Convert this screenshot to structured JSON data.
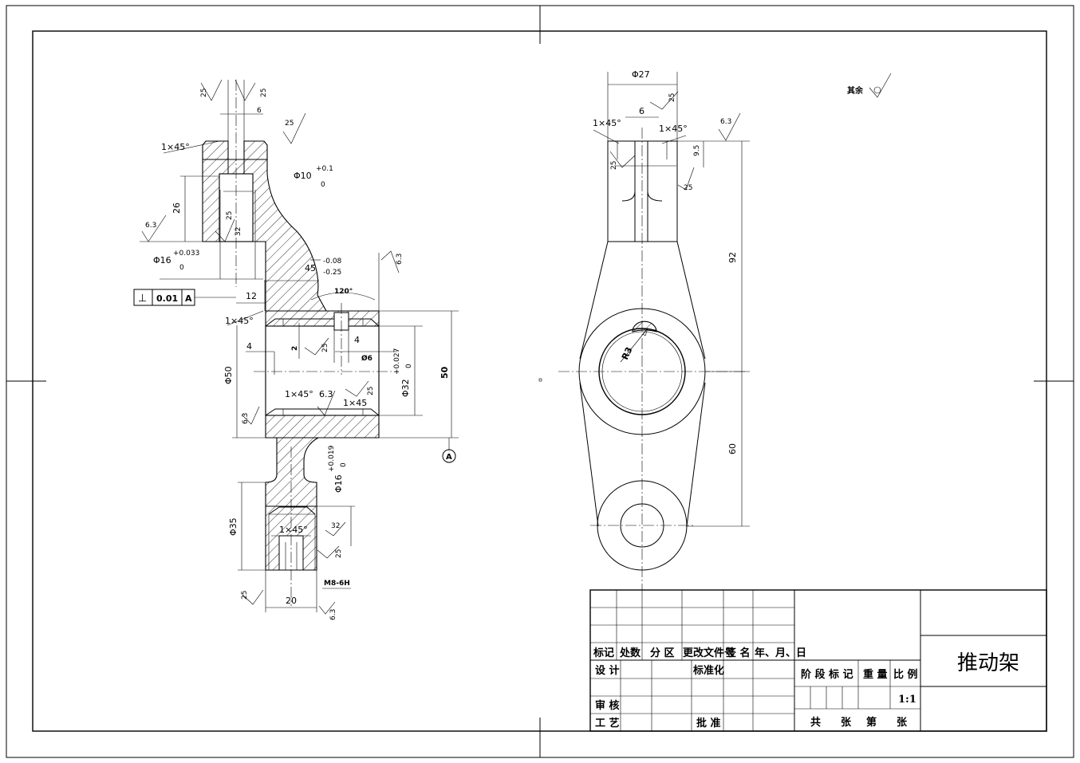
{
  "part_name": "推动架",
  "roughness_note": "其余",
  "gtol": {
    "symbol": "⊥",
    "value": "0.01",
    "datum": "A"
  },
  "datum_label": "A",
  "section_view": {
    "dims": {
      "d25_top_left": "25",
      "d25_top_right": "25",
      "d6_top": "6",
      "chamfer_top": "1×45°",
      "d25_right_top": "25",
      "phi10": "Φ10",
      "phi10_tol_up": "+0.1",
      "phi10_tol_lo": "0",
      "d26": "26",
      "r63_left": "6.3",
      "d25_inner": "25",
      "d32_inner": "32",
      "phi16": "Φ16",
      "phi16_tol_up": "+0.033",
      "phi16_tol_lo": "0",
      "d45": "45",
      "d45_tol_up": "-0.08",
      "d45_tol_lo": "-0.25",
      "r63_mid": "6.3",
      "d12": "12",
      "angle120": "120°",
      "chamfer_mid": "1×45°",
      "d4_left": "4",
      "d2": "2",
      "d25_bore": "25",
      "d4_right": "4",
      "phi6": "Ø6",
      "phi32_tol_up": "+0.027",
      "phi32_tol_lo": "0",
      "phi32": "Φ32",
      "d50_right": "50",
      "phi50": "Φ50",
      "chamfer_low1": "1×45°",
      "r63_low": "6.3",
      "d25_low": "25",
      "chamfer_low2": "1×45",
      "r63_face": "6.3",
      "phi16_b": "Φ16",
      "phi16_b_tol_up": "+0.019",
      "phi16_b_tol_lo": "0",
      "phi35": "Φ35",
      "chamfer_bot": "1×45°",
      "d32_bot": "32",
      "d25_bot_right": "25",
      "d25_bot_left": "25",
      "m8": "M8-6H",
      "d20": "20",
      "r63_bot": "6.3"
    }
  },
  "side_view": {
    "dims": {
      "phi27": "Φ27",
      "d6": "6",
      "chamfer_l": "1×45°",
      "chamfer_r": "1×45°",
      "d25_top": "25",
      "r63": "6.3",
      "d9_5": "9.5",
      "d25_left": "25",
      "d25_right": "25",
      "d92": "92",
      "r3": "R3",
      "d60": "60"
    }
  },
  "title_block": {
    "hdr_mark": "标记",
    "hdr_count": "处数",
    "hdr_zone": "分 区",
    "hdr_doc": "更改文件号",
    "hdr_sign": "签 名",
    "hdr_date": "年、月、日",
    "design": "设 计",
    "standard": "标准化",
    "review": "审 核",
    "process": "工 艺",
    "approve": "批 准",
    "stage_mark": "阶 段 标 记",
    "weight": "重 量",
    "scale_label": "比 例",
    "scale": "1:1",
    "total_sheets": "共",
    "sheet_unit": "张",
    "sheet_no": "第",
    "sheet_unit2": "张"
  }
}
